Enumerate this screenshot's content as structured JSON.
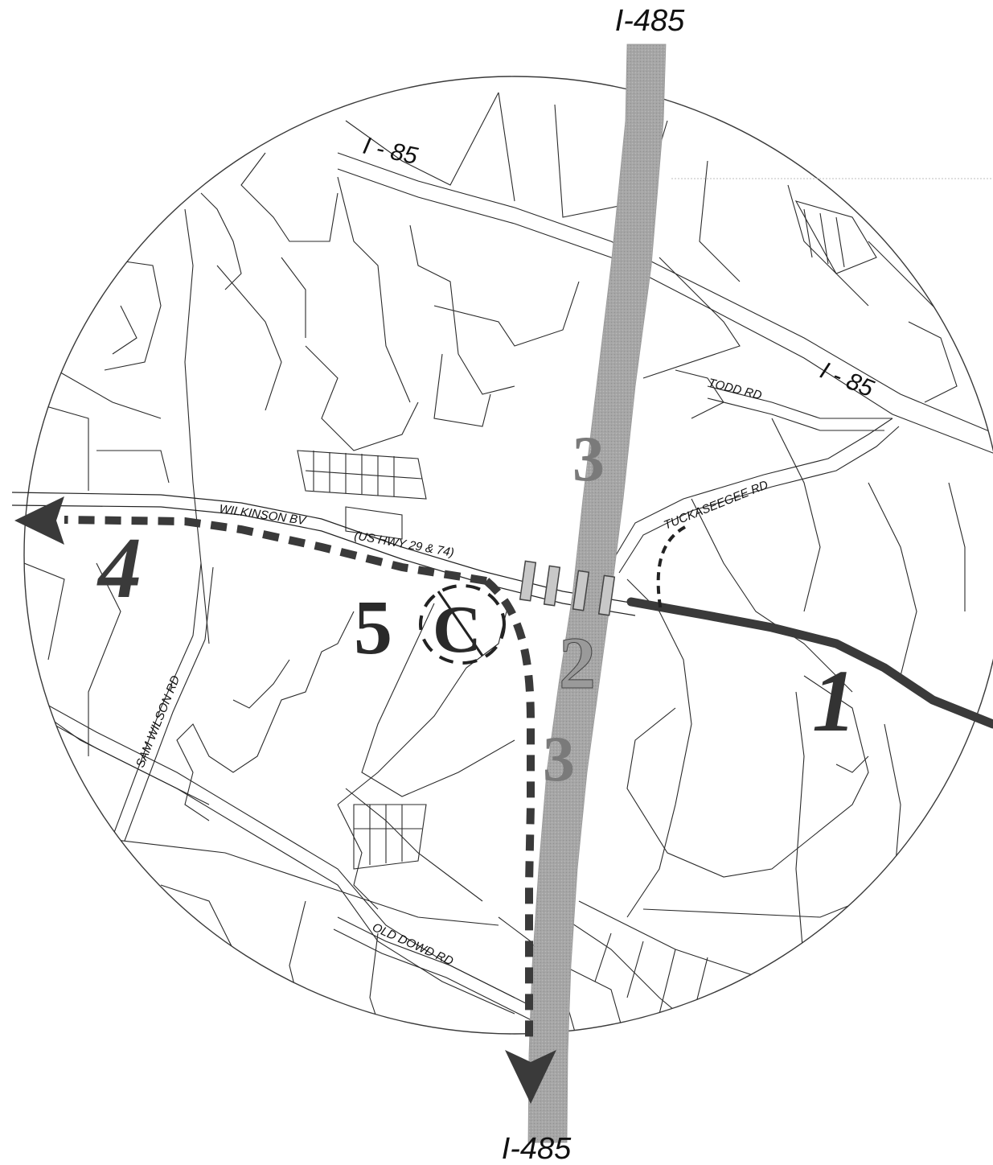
{
  "map": {
    "labels": {
      "top_highway": "I-485",
      "bottom_highway": "I-485",
      "i85_north": "I - 85",
      "i85_east": "I - 85",
      "todd_rd": "TODD  RD",
      "tuckaseegee_rd": "TUCKASEEGEE  RD",
      "wilkinson_bv": "WILKINSON BV",
      "us_hwy": "(US HWY 29 & 74)",
      "sam_wilson_rd": "SAM   WILSON   RD",
      "old_dowd_rd": "OLD   DOWD   RD"
    },
    "alternatives": {
      "alt_1": "1",
      "alt_2": "2",
      "alt_3_north": "3",
      "alt_3_south": "3",
      "alt_4": "4",
      "alt_5": "5"
    },
    "centerline_symbol": "C",
    "colors": {
      "corridor_fill": "#a8a8a8",
      "route_dark": "#3a3a3a",
      "number_gray": "#8a8a8a",
      "number_dark": "#333333"
    },
    "icons": {
      "west_arrow": "arrow-left-icon",
      "south_arrow": "arrow-down-icon",
      "centerline": "centerline-icon"
    }
  }
}
